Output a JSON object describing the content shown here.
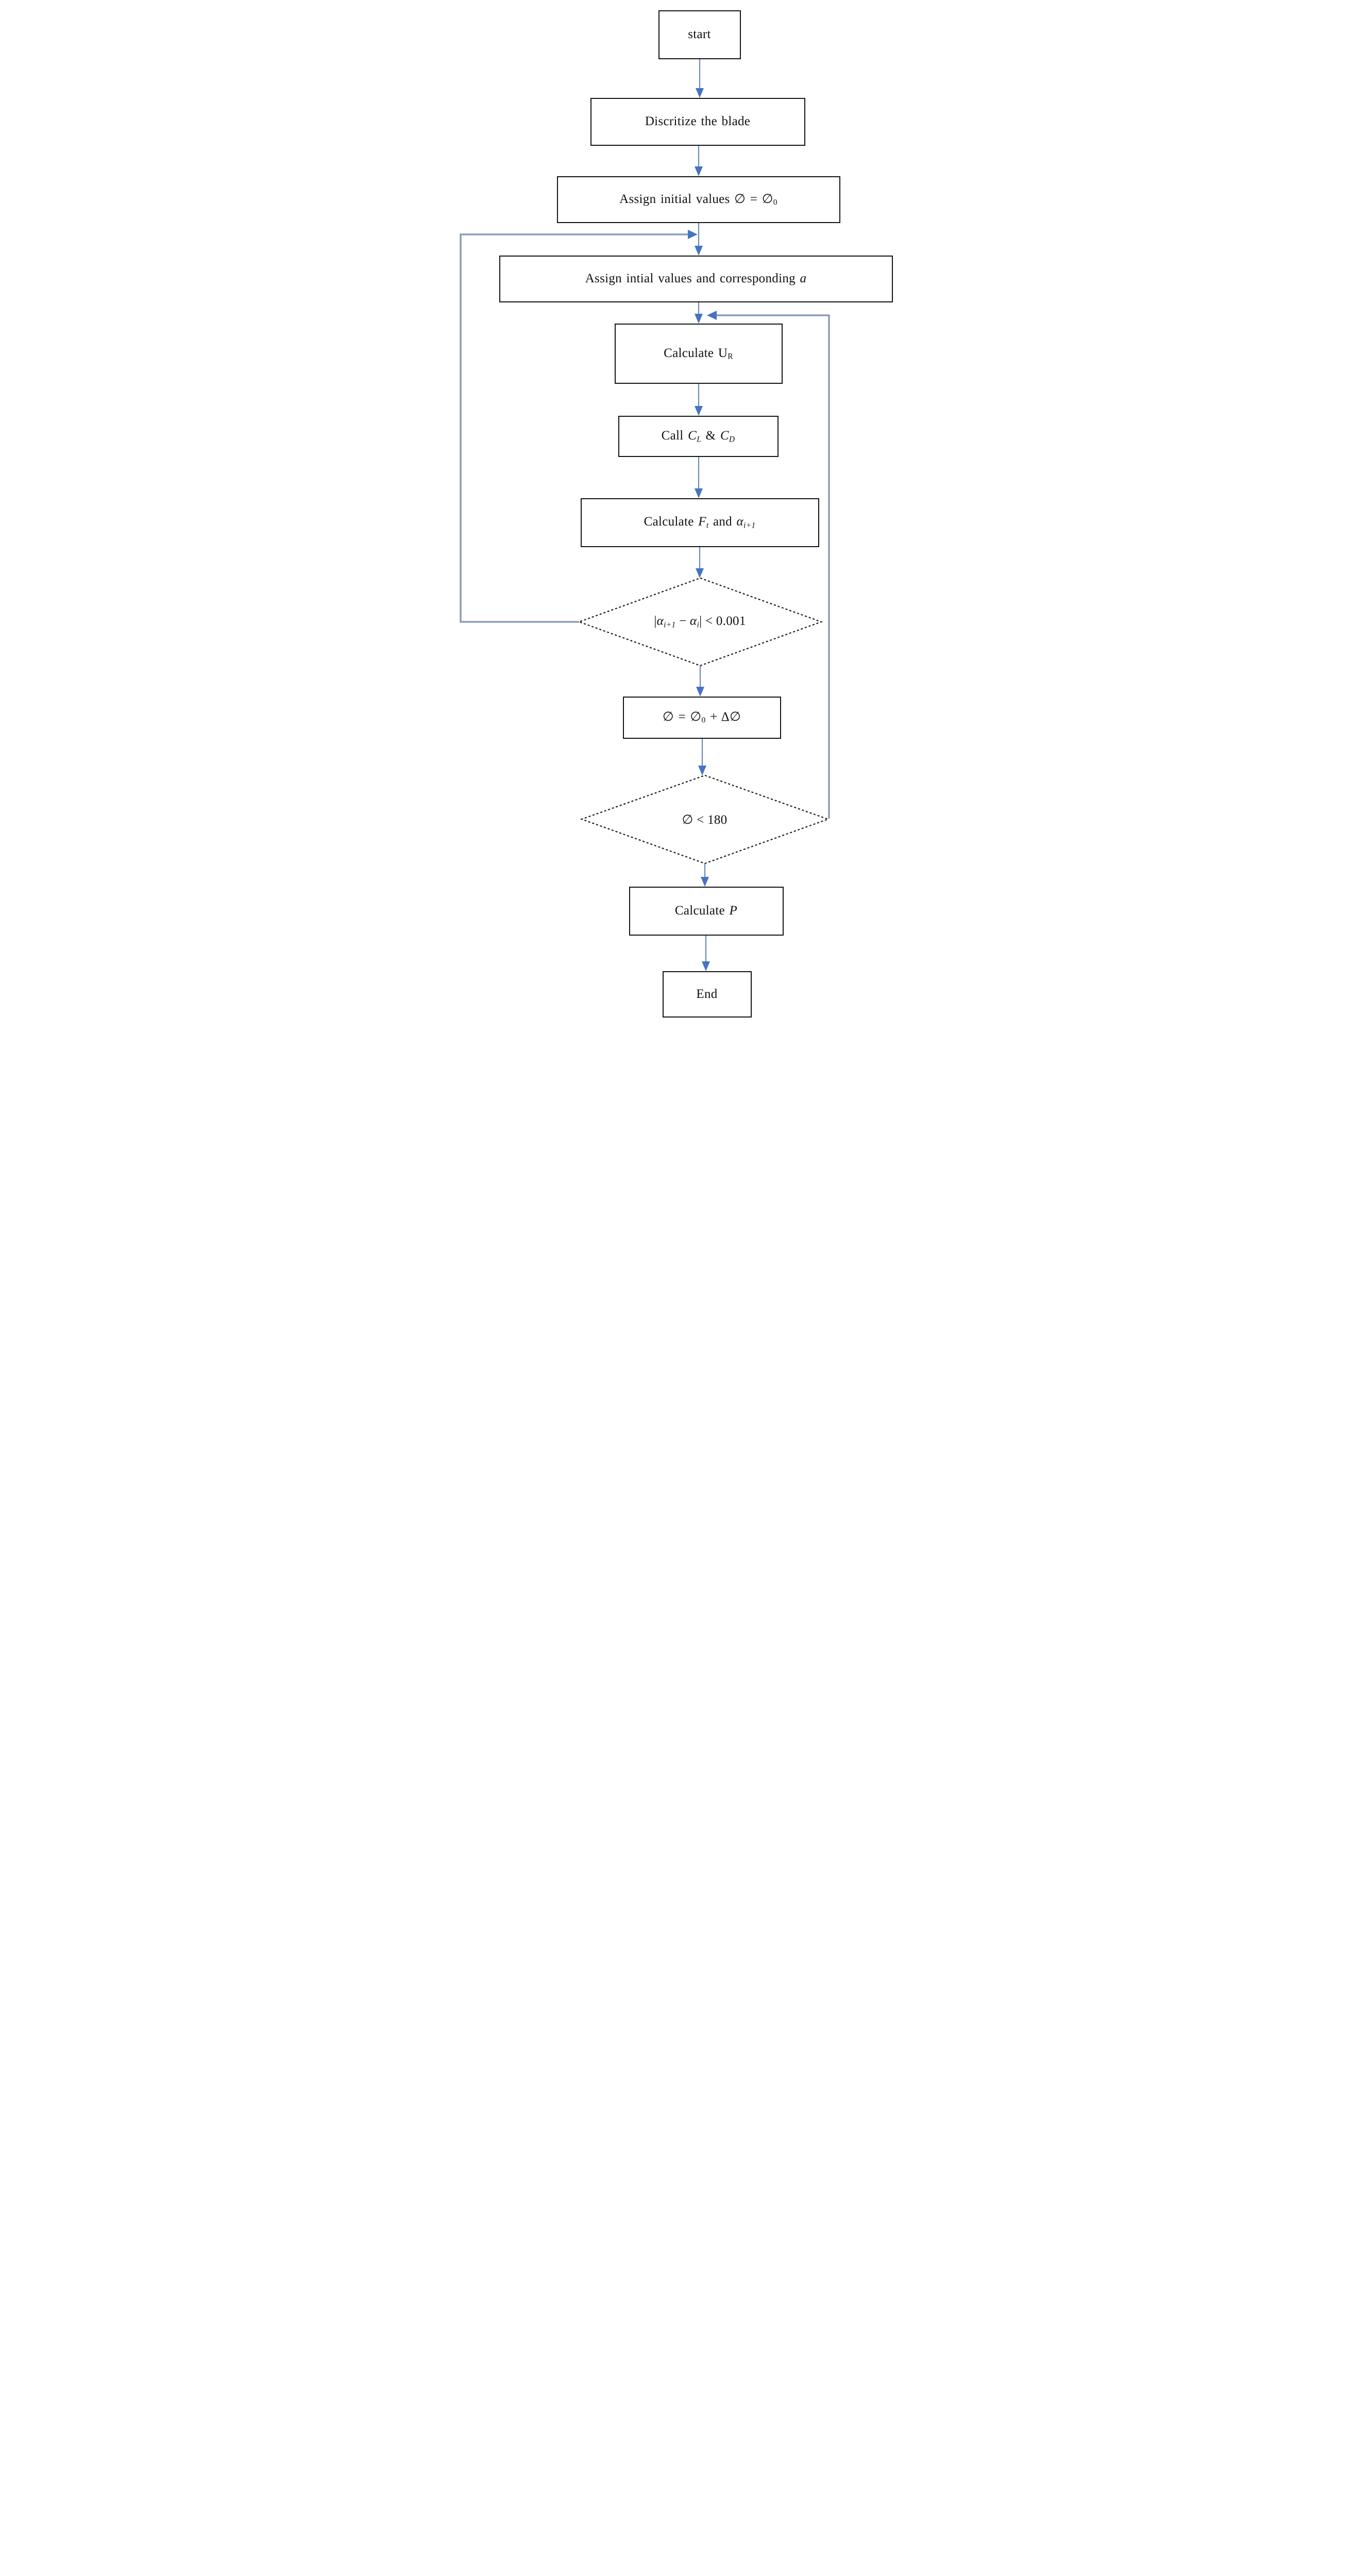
{
  "figure": {
    "type": "flowchart",
    "background": "#ffffff",
    "colors": {
      "box_border": "#141414",
      "box_fill": "#ffffff",
      "diamond_border_dotted": "#1a1a1a",
      "arrow_line": "#6c88bb",
      "loop_line": "#8b9cba",
      "arrow_head": "#4673c4"
    },
    "nodes": {
      "start": {
        "shape": "process",
        "label": "start"
      },
      "discretize": {
        "shape": "process",
        "label": "Discritize the blade"
      },
      "assign_initial": {
        "shape": "process",
        "segments": [
          {
            "v": "Assign initial values  ∅ = ∅"
          },
          {
            "v": "0",
            "style": "sub"
          }
        ]
      },
      "assign_initial_a": {
        "shape": "process",
        "segments": [
          {
            "v": "Assign intial values and corresponding "
          },
          {
            "v": "a",
            "style": "i"
          }
        ]
      },
      "calculate_ur": {
        "shape": "process",
        "segments": [
          {
            "v": "Calculate U"
          },
          {
            "v": "R",
            "style": "sub"
          }
        ]
      },
      "call_cl_cd": {
        "shape": "process",
        "segments": [
          {
            "v": "Call  "
          },
          {
            "v": "C",
            "style": "i"
          },
          {
            "v": "L",
            "style": "isub"
          },
          {
            "v": " & "
          },
          {
            "v": "C",
            "style": "i"
          },
          {
            "v": "D",
            "style": "isub"
          }
        ]
      },
      "calculate_ft_alpha": {
        "shape": "process",
        "segments": [
          {
            "v": "Calculate "
          },
          {
            "v": "F",
            "style": "i"
          },
          {
            "v": "t",
            "style": "isub"
          },
          {
            "v": "  and  "
          },
          {
            "v": "α",
            "style": "i"
          },
          {
            "v": "i+1",
            "style": "isub"
          }
        ]
      },
      "alpha_check": {
        "shape": "decision",
        "segments": [
          {
            "v": "|"
          },
          {
            "v": "α",
            "style": "i"
          },
          {
            "v": "i+1",
            "style": "isub"
          },
          {
            "v": " − "
          },
          {
            "v": "α",
            "style": "i"
          },
          {
            "v": "i",
            "style": "isub"
          },
          {
            "v": "| < 0.001"
          }
        ]
      },
      "phi_update": {
        "shape": "process",
        "segments": [
          {
            "v": "∅ = ∅"
          },
          {
            "v": "0",
            "style": "sub"
          },
          {
            "v": " + Δ∅"
          }
        ]
      },
      "phi_check": {
        "shape": "decision",
        "label": "∅ < 180"
      },
      "calculate_p": {
        "shape": "process",
        "segments": [
          {
            "v": "Calculate "
          },
          {
            "v": "P",
            "style": "i"
          }
        ]
      },
      "end": {
        "shape": "process",
        "label": "End"
      }
    },
    "connections": [
      {
        "from": "start",
        "to": "discretize"
      },
      {
        "from": "discretize",
        "to": "assign_initial"
      },
      {
        "from": "assign_initial",
        "to": "assign_initial_a"
      },
      {
        "from": "assign_initial_a",
        "to": "calculate_ur"
      },
      {
        "from": "calculate_ur",
        "to": "call_cl_cd"
      },
      {
        "from": "call_cl_cd",
        "to": "calculate_ft_alpha"
      },
      {
        "from": "calculate_ft_alpha",
        "to": "alpha_check"
      },
      {
        "from": "alpha_check",
        "to": "phi_update"
      },
      {
        "from": "alpha_check",
        "to": "assign_initial_a",
        "route": "left-loop"
      },
      {
        "from": "phi_update",
        "to": "phi_check"
      },
      {
        "from": "phi_check",
        "to": "calculate_ur",
        "route": "right-loop"
      },
      {
        "from": "phi_check",
        "to": "calculate_p"
      },
      {
        "from": "calculate_p",
        "to": "end"
      }
    ]
  }
}
